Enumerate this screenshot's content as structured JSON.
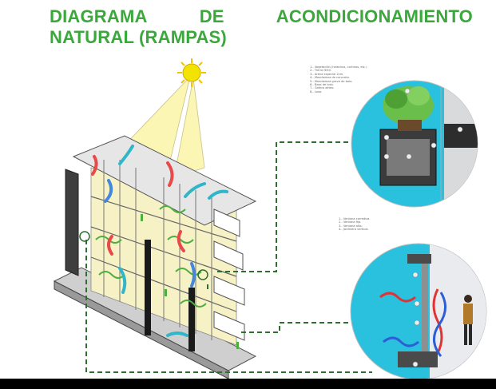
{
  "title": {
    "line1_words": [
      "DIAGRAMA",
      "DE",
      "ACONDICIONAMIENTO"
    ],
    "line2": "NATURAL (RAMPAS)"
  },
  "colors": {
    "title_green": "#3aa83a",
    "sun": "#f2e400",
    "light_beam": "#fbf6b4",
    "detail_bg": "#29c1dd",
    "connector": "#2e6e2e",
    "plant": "#6abf4b"
  },
  "legend_top": [
    "1.- Vegetación (helechos, cortinas, etc.)",
    "2.- Tierra fértil.",
    "3.- Arena especial 2cm.",
    "4.- Mezcladora de concreto.",
    "5.- Mezcladora grava de bolo.",
    "6.- Base de losa.",
    "7.- Gotero aéreo.",
    "8.- Losa."
  ],
  "legend_bottom": [
    "1.- Ventana corrediza.",
    "2.- Ventana fija.",
    "3.- Ventana alta.",
    "4.- Jardinera vertical."
  ],
  "icons": [
    "sun-icon",
    "building-diagram",
    "plant-detail-circle",
    "window-detail-circle",
    "person-figure"
  ]
}
